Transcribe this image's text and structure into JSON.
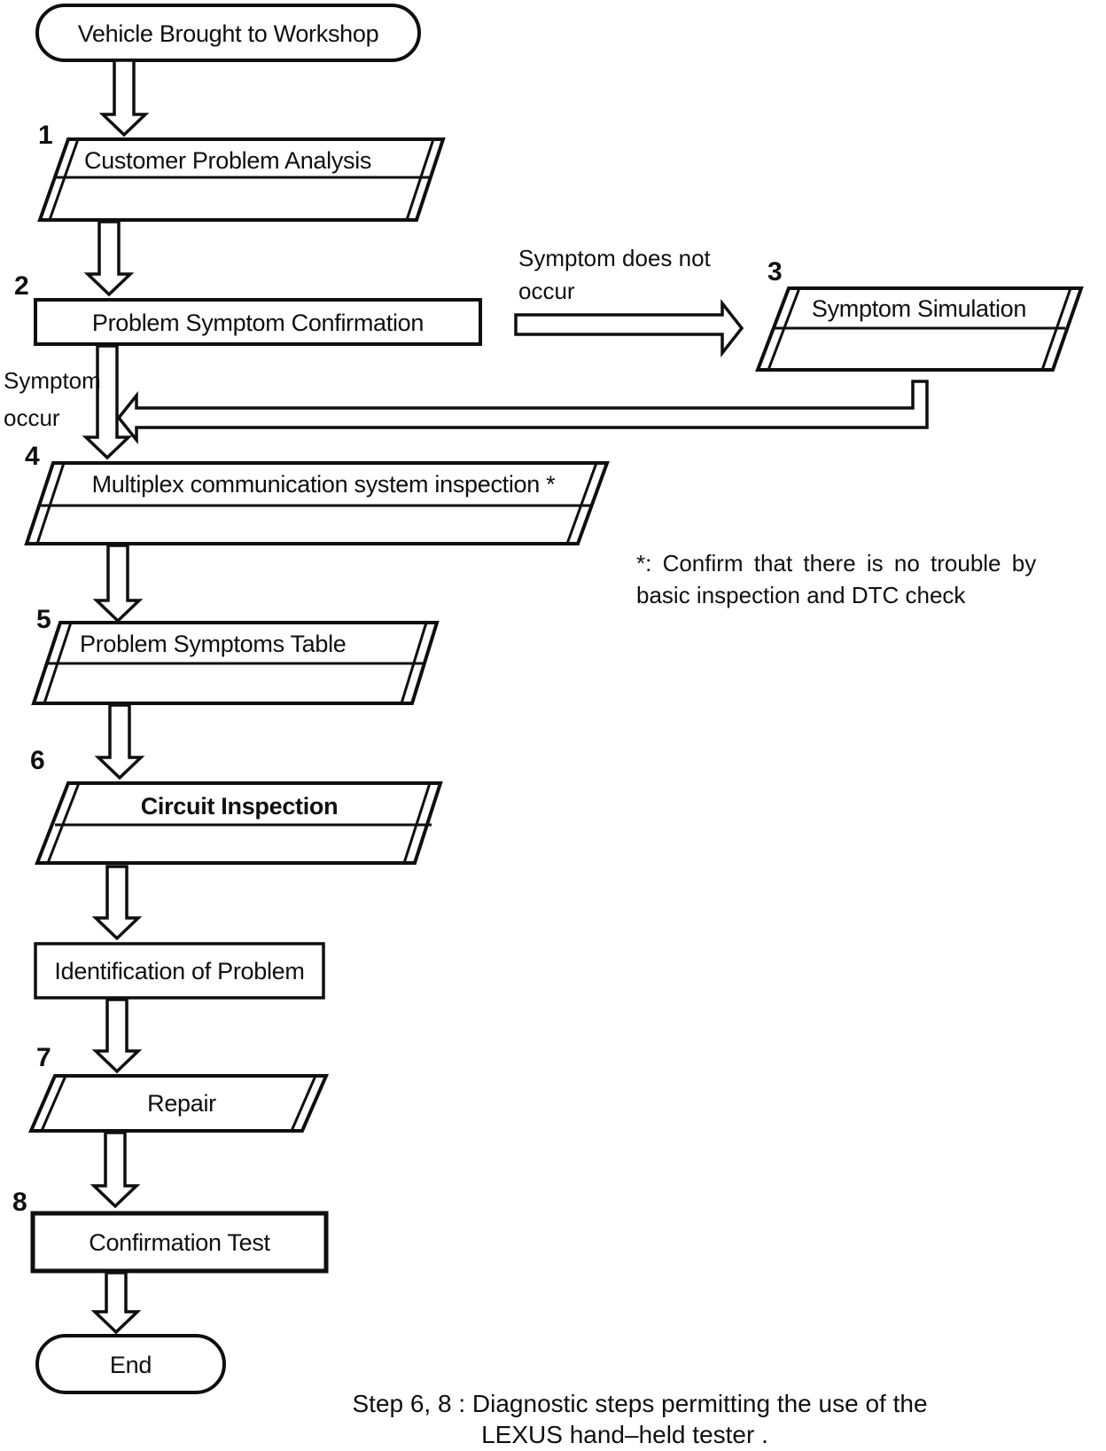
{
  "diagram": {
    "title_caption_line1": "Step 6, 8 : Diagnostic steps permitting the use of the",
    "title_caption_line2": "LEXUS hand–held tester .",
    "start_label": "Vehicle Brought to Workshop",
    "end_label": "End",
    "steps": [
      {
        "num": "1",
        "label": "Customer Problem Analysis"
      },
      {
        "num": "2",
        "label": "Problem Symptom Confirmation"
      },
      {
        "num": "3",
        "label": "Symptom Simulation"
      },
      {
        "num": "4",
        "label": "Multiplex communication system inspection *"
      },
      {
        "num": "5",
        "label": "Problem Symptoms Table"
      },
      {
        "num": "6",
        "label": "Circuit Inspection"
      },
      {
        "num": "7",
        "label": "Repair"
      },
      {
        "num": "8",
        "label": "Confirmation Test"
      }
    ],
    "identification_label": "Identification of Problem",
    "branch": {
      "not_occur_line1": "Symptom does not",
      "not_occur_line2": "occur",
      "occur_line1": "Symptom",
      "occur_line2": "occur"
    },
    "note_line1": "*: Confirm that there is no trouble by",
    "note_line2": "basic inspection and DTC check",
    "colors": {
      "ink": "#0f0f0f",
      "paper": "#ffffff"
    }
  }
}
